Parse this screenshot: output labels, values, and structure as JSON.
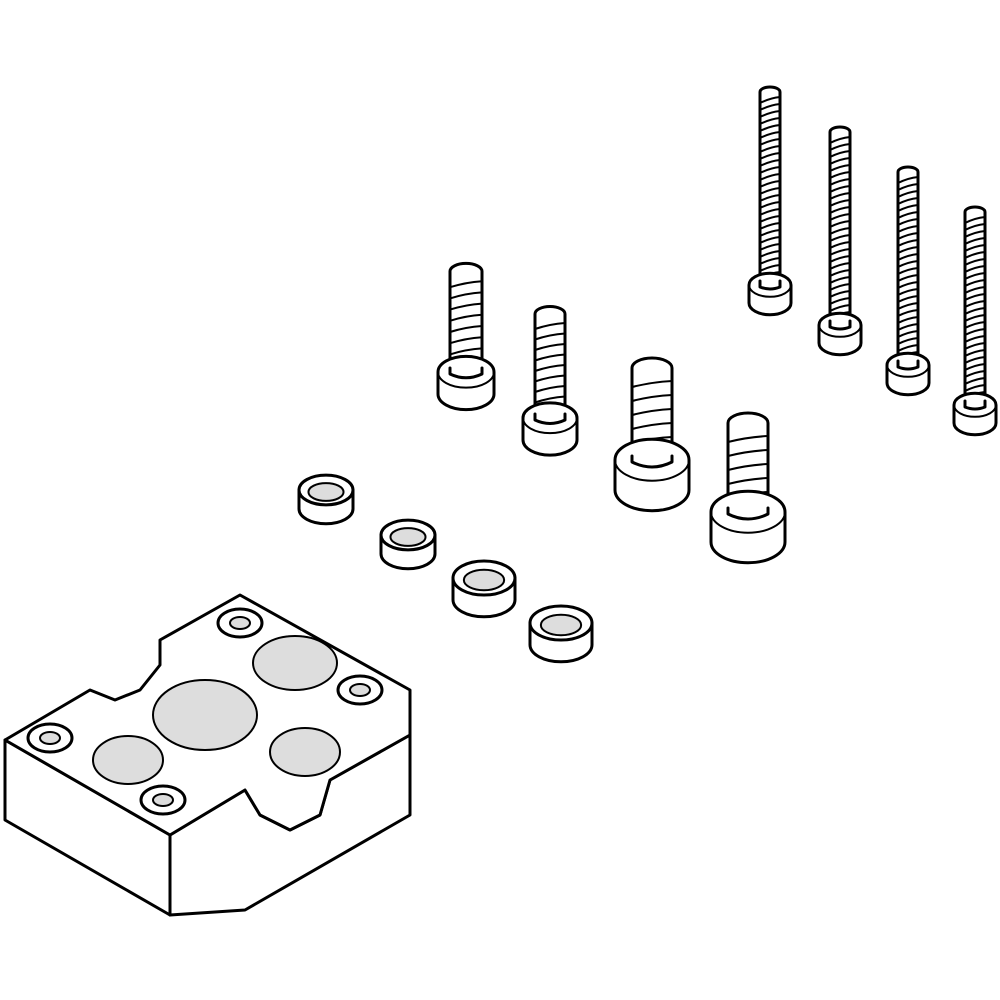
{
  "colors": {
    "line": "#000000",
    "background": "#ffffff",
    "shade": "#dddddd"
  },
  "parts": {
    "long_screws": 4,
    "short_screws": 4,
    "centering_sleeves": 4,
    "adapter_plate": 1
  }
}
